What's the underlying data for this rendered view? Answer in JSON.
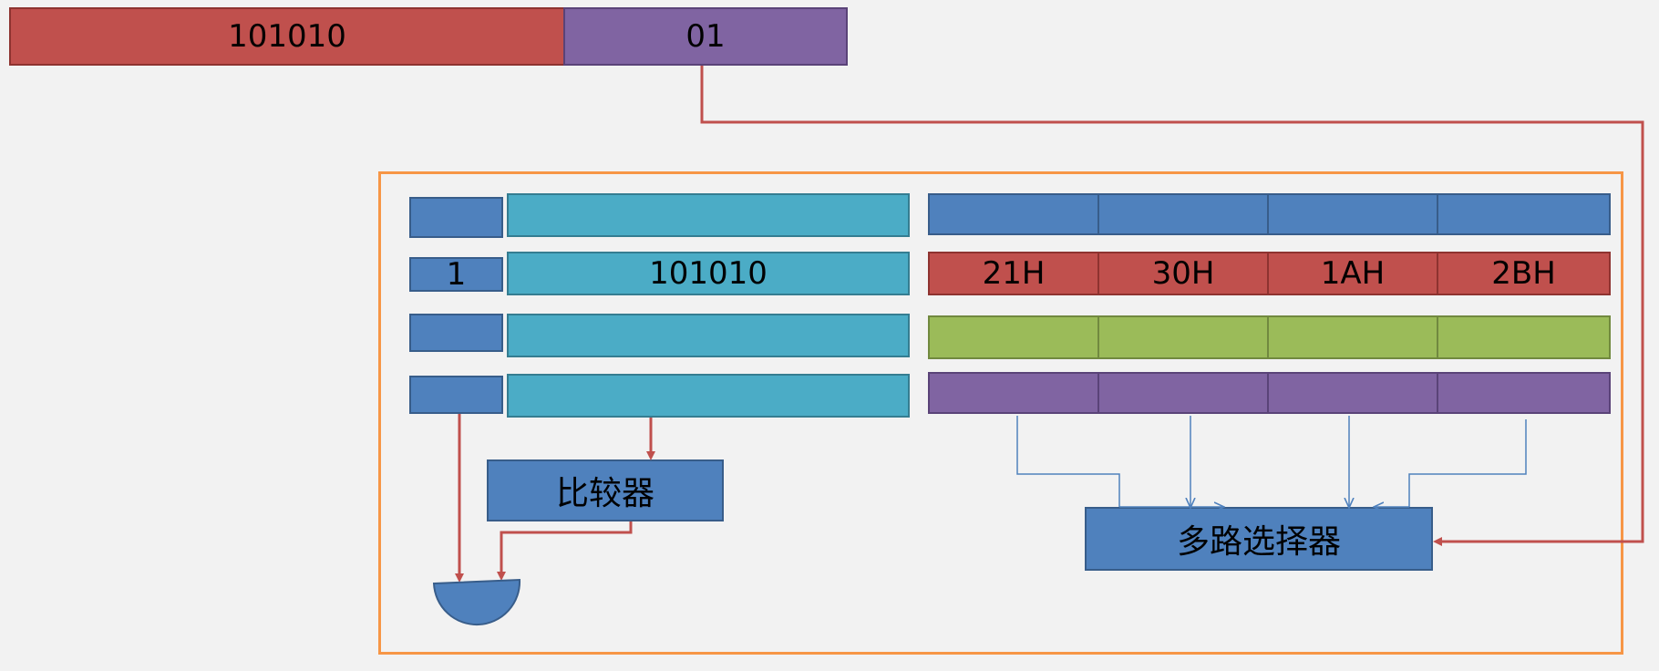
{
  "address": {
    "tag": "101010",
    "index": "01"
  },
  "cache": {
    "rows": [
      {
        "valid": "",
        "tag": "",
        "data": [
          "",
          "",
          "",
          ""
        ]
      },
      {
        "valid": "1",
        "tag": "101010",
        "data": [
          "21H",
          "30H",
          "1AH",
          "2BH"
        ]
      },
      {
        "valid": "",
        "tag": "",
        "data": [
          "",
          "",
          "",
          ""
        ]
      },
      {
        "valid": "",
        "tag": "",
        "data": [
          "",
          "",
          "",
          ""
        ]
      }
    ]
  },
  "comparator": {
    "label": "比较器"
  },
  "mux": {
    "label": "多路选择器"
  },
  "colors": {
    "red": "#c0504d",
    "purple": "#8064a2",
    "blue": "#4f81bd",
    "cyan": "#4bacc6",
    "green": "#9bbb59",
    "frame": "#f79646",
    "wire_red": "#c0504d",
    "wire_blue": "#4f81bd"
  }
}
